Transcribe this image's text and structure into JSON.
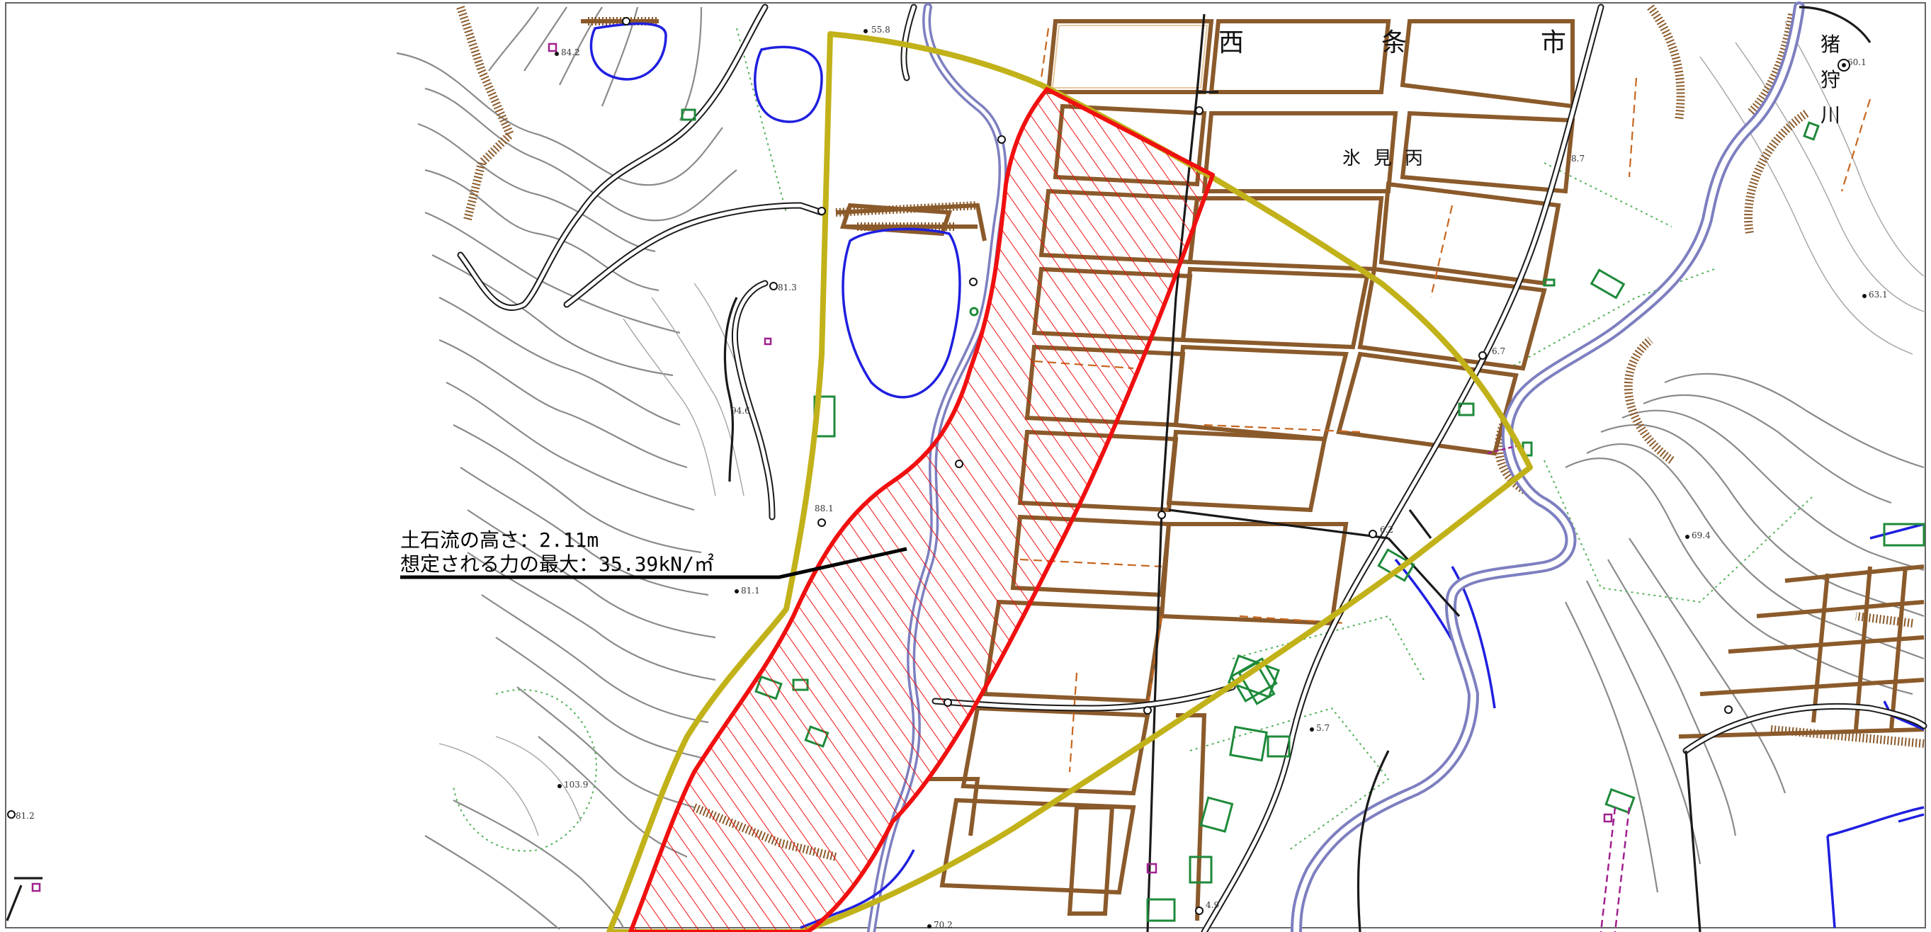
{
  "map": {
    "place_labels": {
      "saijo_1": "西",
      "saijo_2": "条",
      "saijo_3": "市",
      "himi_hei": "氷見丙"
    },
    "river_label": {
      "c1": "猪",
      "c2": "狩",
      "c3": "川"
    },
    "annotation": {
      "height_line": "土石流の高さ：2.11m",
      "force_line": "想定される力の最大：35.39kN/㎡"
    },
    "elevations": {
      "e1": "55.8",
      "e2": "84.2",
      "e3": "81.3",
      "e4": "94.6",
      "e5": "88.1",
      "e6": "81.1",
      "e7": "103.9",
      "e8": "70.2",
      "e9": "60.1",
      "e10": "8.7",
      "e11": "63.1",
      "e12": "6.7",
      "e13": "69.4",
      "e14": "6.2",
      "e15": "5.7",
      "e16": "4.9",
      "e17": "81.2"
    },
    "colors": {
      "hazard_zone_outline": "#f01010",
      "alert_zone_outline": "#c2b21a",
      "river": "#7d7fc0",
      "water": "#1f1fe0",
      "field": "#8b5a2b"
    }
  }
}
